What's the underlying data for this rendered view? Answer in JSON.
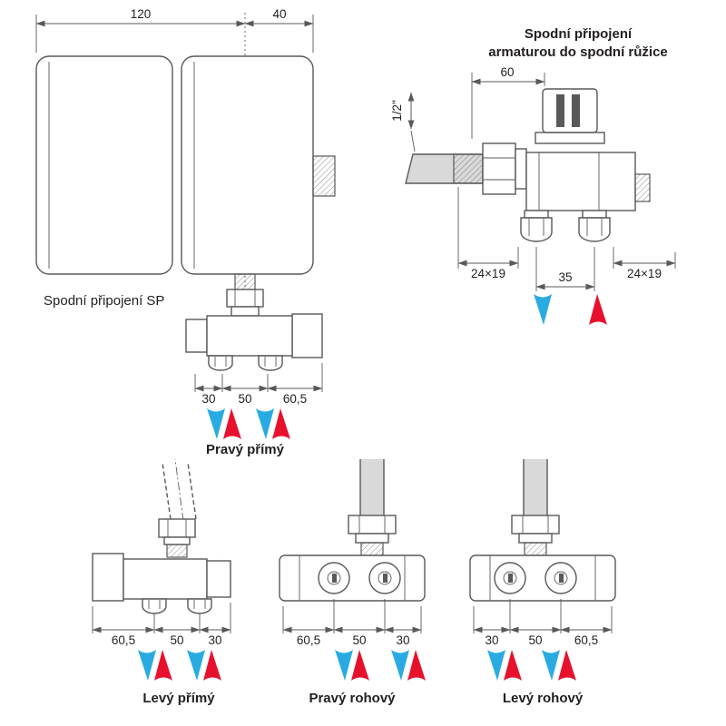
{
  "colors": {
    "background": "#ffffff",
    "line": "#58595b",
    "text": "#231f20",
    "blue_arrow": "#29abe2",
    "red_arrow": "#e8112d",
    "pipe_fill": "#d9d9d9"
  },
  "top_left": {
    "dim_panel_width": "120",
    "dim_offset": "40",
    "label": "Spodní připojení SP",
    "dims": {
      "a": "30",
      "b": "50",
      "c": "60,5"
    },
    "caption": "Pravý přímý"
  },
  "top_right": {
    "title_line1": "Spodní připojení",
    "title_line2": "armaturou do spodní růžice",
    "dim_top": "60",
    "dim_pipe": "1/2\"",
    "dim_left": "24×19",
    "dim_center": "35",
    "dim_right": "24×19"
  },
  "bottom_left": {
    "dims": {
      "a": "60,5",
      "b": "50",
      "c": "30"
    },
    "caption": "Levý přímý"
  },
  "bottom_center": {
    "dims": {
      "a": "60,5",
      "b": "50",
      "c": "30"
    },
    "caption": "Pravý rohový"
  },
  "bottom_right": {
    "dims": {
      "a": "30",
      "b": "50",
      "c": "60,5"
    },
    "caption": "Levý rohový"
  }
}
